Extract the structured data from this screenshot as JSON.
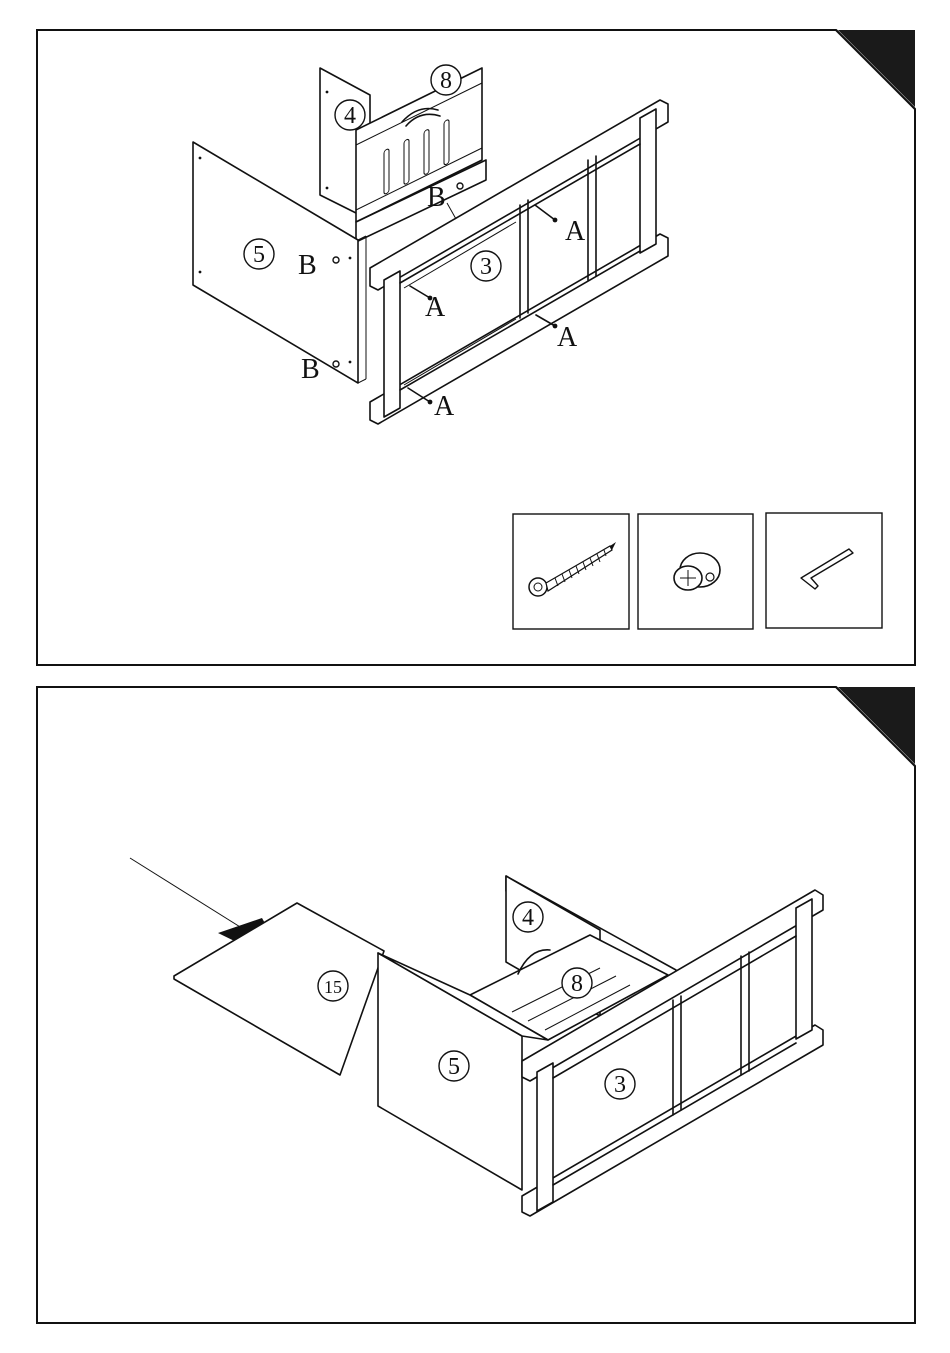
{
  "step1": {
    "parts": {
      "p3": "3",
      "p4": "4",
      "p5": "5",
      "p8": "8"
    },
    "hardware_labels": {
      "a": "A",
      "b": "B"
    },
    "hardware_boxes": [
      {
        "icon": "screw-icon"
      },
      {
        "icon": "cam-lock-icon"
      },
      {
        "icon": "allen-key-icon"
      }
    ]
  },
  "step2": {
    "parts": {
      "p3": "3",
      "p4": "4",
      "p5": "5",
      "p8": "8",
      "p15": "15"
    }
  },
  "colors": {
    "line": "#111111",
    "background": "#ffffff",
    "corner_tab": "#1a1a1a"
  }
}
